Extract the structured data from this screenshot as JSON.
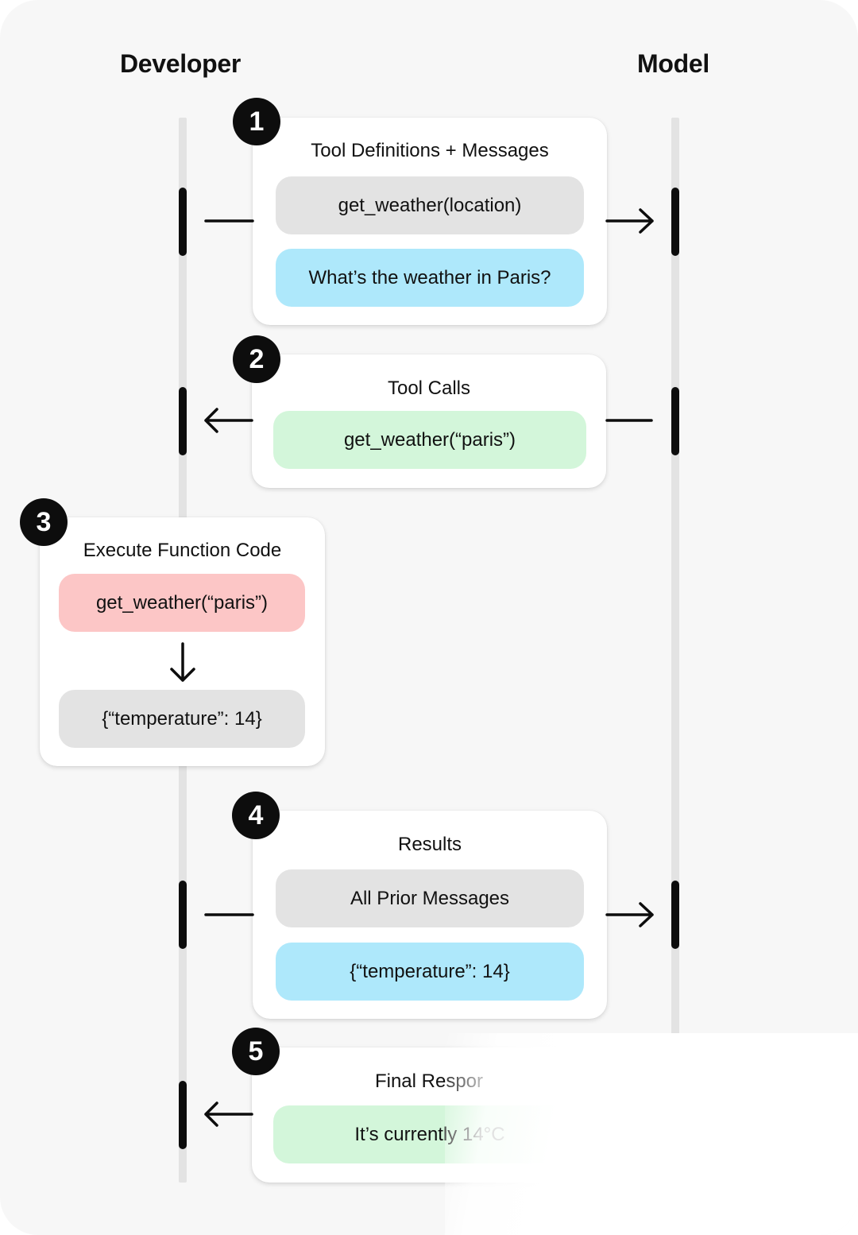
{
  "columns": {
    "developer": "Developer",
    "model": "Model"
  },
  "steps": [
    {
      "number": "1",
      "title": "Tool Definitions + Messages",
      "items": [
        "get_weather(location)",
        "What’s the weather in Paris?"
      ]
    },
    {
      "number": "2",
      "title": "Tool Calls",
      "items": [
        "get_weather(“paris”)"
      ]
    },
    {
      "number": "3",
      "title": "Execute Function Code",
      "items": [
        "get_weather(“paris”)",
        "{“temperature”: 14}"
      ]
    },
    {
      "number": "4",
      "title": "Results",
      "items": [
        "All Prior Messages",
        "{“temperature”: 14}"
      ]
    },
    {
      "number": "5",
      "title": "Final Respor",
      "items": [
        "It’s currently 14°C"
      ]
    }
  ],
  "colors": {
    "background": "#f7f7f7",
    "gray_pill": "#e3e3e3",
    "blue_pill": "#aee8fb",
    "green_pill": "#d3f6da",
    "red_pill": "#fcc6c6",
    "ink": "#0d0d0d"
  }
}
